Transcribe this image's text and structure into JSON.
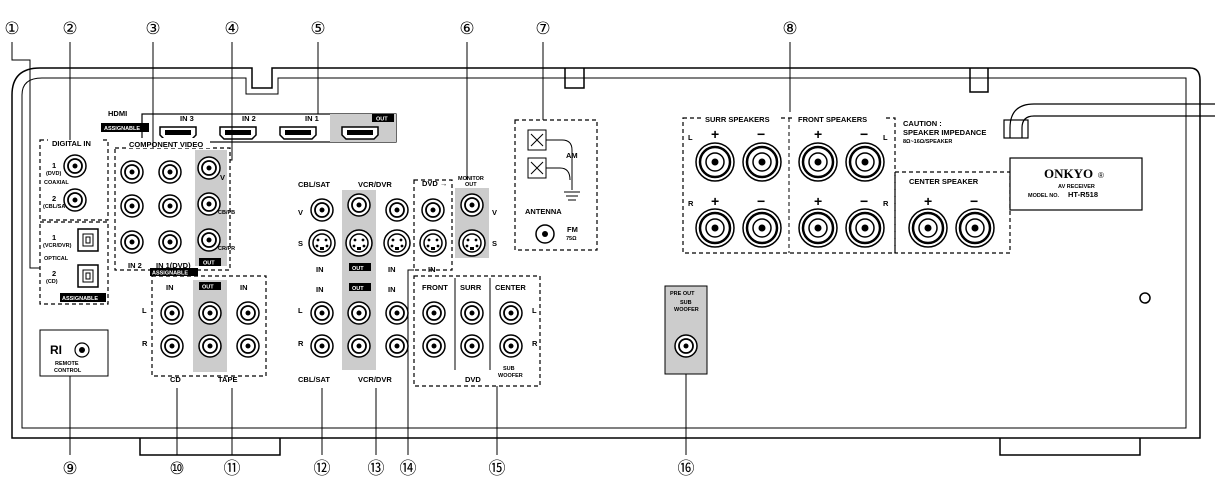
{
  "callouts": [
    "①",
    "②",
    "③",
    "④",
    "⑤",
    "⑥",
    "⑦",
    "⑧",
    "⑨",
    "⑩",
    "⑪",
    "⑫",
    "⑬",
    "⑭",
    "⑮",
    "⑯"
  ],
  "labels": {
    "digital_in": "DIGITAL IN",
    "dig1": "1",
    "dig1_sub": "(DVD)",
    "coaxial": "COAXIAL",
    "dig2": "2",
    "dig2_sub": "(CBL/SAT)",
    "opt1": "1",
    "opt1_sub": "(VCR/DVR)",
    "optical": "OPTICAL",
    "opt2": "2",
    "opt2_sub": "(CD)",
    "assignable": "ASSIGNABLE",
    "hdmi": "HDMI",
    "hdmi_assignable": "ASSIGNABLE",
    "hdmi_in3": "IN 3",
    "hdmi_in2": "IN 2",
    "hdmi_in1": "IN 1",
    "hdmi_out": "OUT",
    "component_video": "COMPONENT VIDEO",
    "cv_v": "V",
    "cv_cb": "CB/PB",
    "cv_cr": "CR/PR",
    "cv_in2": "IN 2",
    "cv_in1": "IN 1(DVD)",
    "cv_assignable": "ASSIGNABLE",
    "cv_out": "OUT",
    "cblsat": "CBL/SAT",
    "vcrdvr": "VCR/DVR",
    "dvd_arrow": "DVD →",
    "monitor_out": "MONITOR OUT",
    "v": "V",
    "s": "S",
    "in": "IN",
    "out": "OUT",
    "l": "L",
    "r": "R",
    "cblsat_bottom": "CBL/SAT",
    "vcrdvr_bottom": "VCR/DVR",
    "antenna": "ANTENNA",
    "am": "AM",
    "fm": "FM",
    "fm_ohm": "75Ω",
    "surr_speakers": "SURR SPEAKERS",
    "front_speakers": "FRONT SPEAKERS",
    "center_speaker": "CENTER SPEAKER",
    "plus": "+",
    "minus": "−",
    "caution1": "CAUTION :",
    "caution2": "SPEAKER IMPEDANCE",
    "caution3": "8Ω~16Ω/SPEAKER",
    "brand": "ONKYO",
    "brand_r": "®",
    "model1": "AV RECEIVER",
    "model2": "MODEL NO.",
    "model3": "HT-R518",
    "ri": "RI",
    "remote1": "REMOTE",
    "remote2": "CONTROL",
    "tape_in1": "IN",
    "tape_out": "OUT",
    "tape_in2": "IN",
    "cd": "CD",
    "tape": "TAPE",
    "front": "FRONT",
    "surr": "SURR",
    "center": "CENTER",
    "sub": "SUB",
    "woofer": "WOOFER",
    "dvd": "DVD",
    "pre_out": "PRE OUT",
    "sub_woofer1": "SUB",
    "sub_woofer2": "WOOFER"
  }
}
